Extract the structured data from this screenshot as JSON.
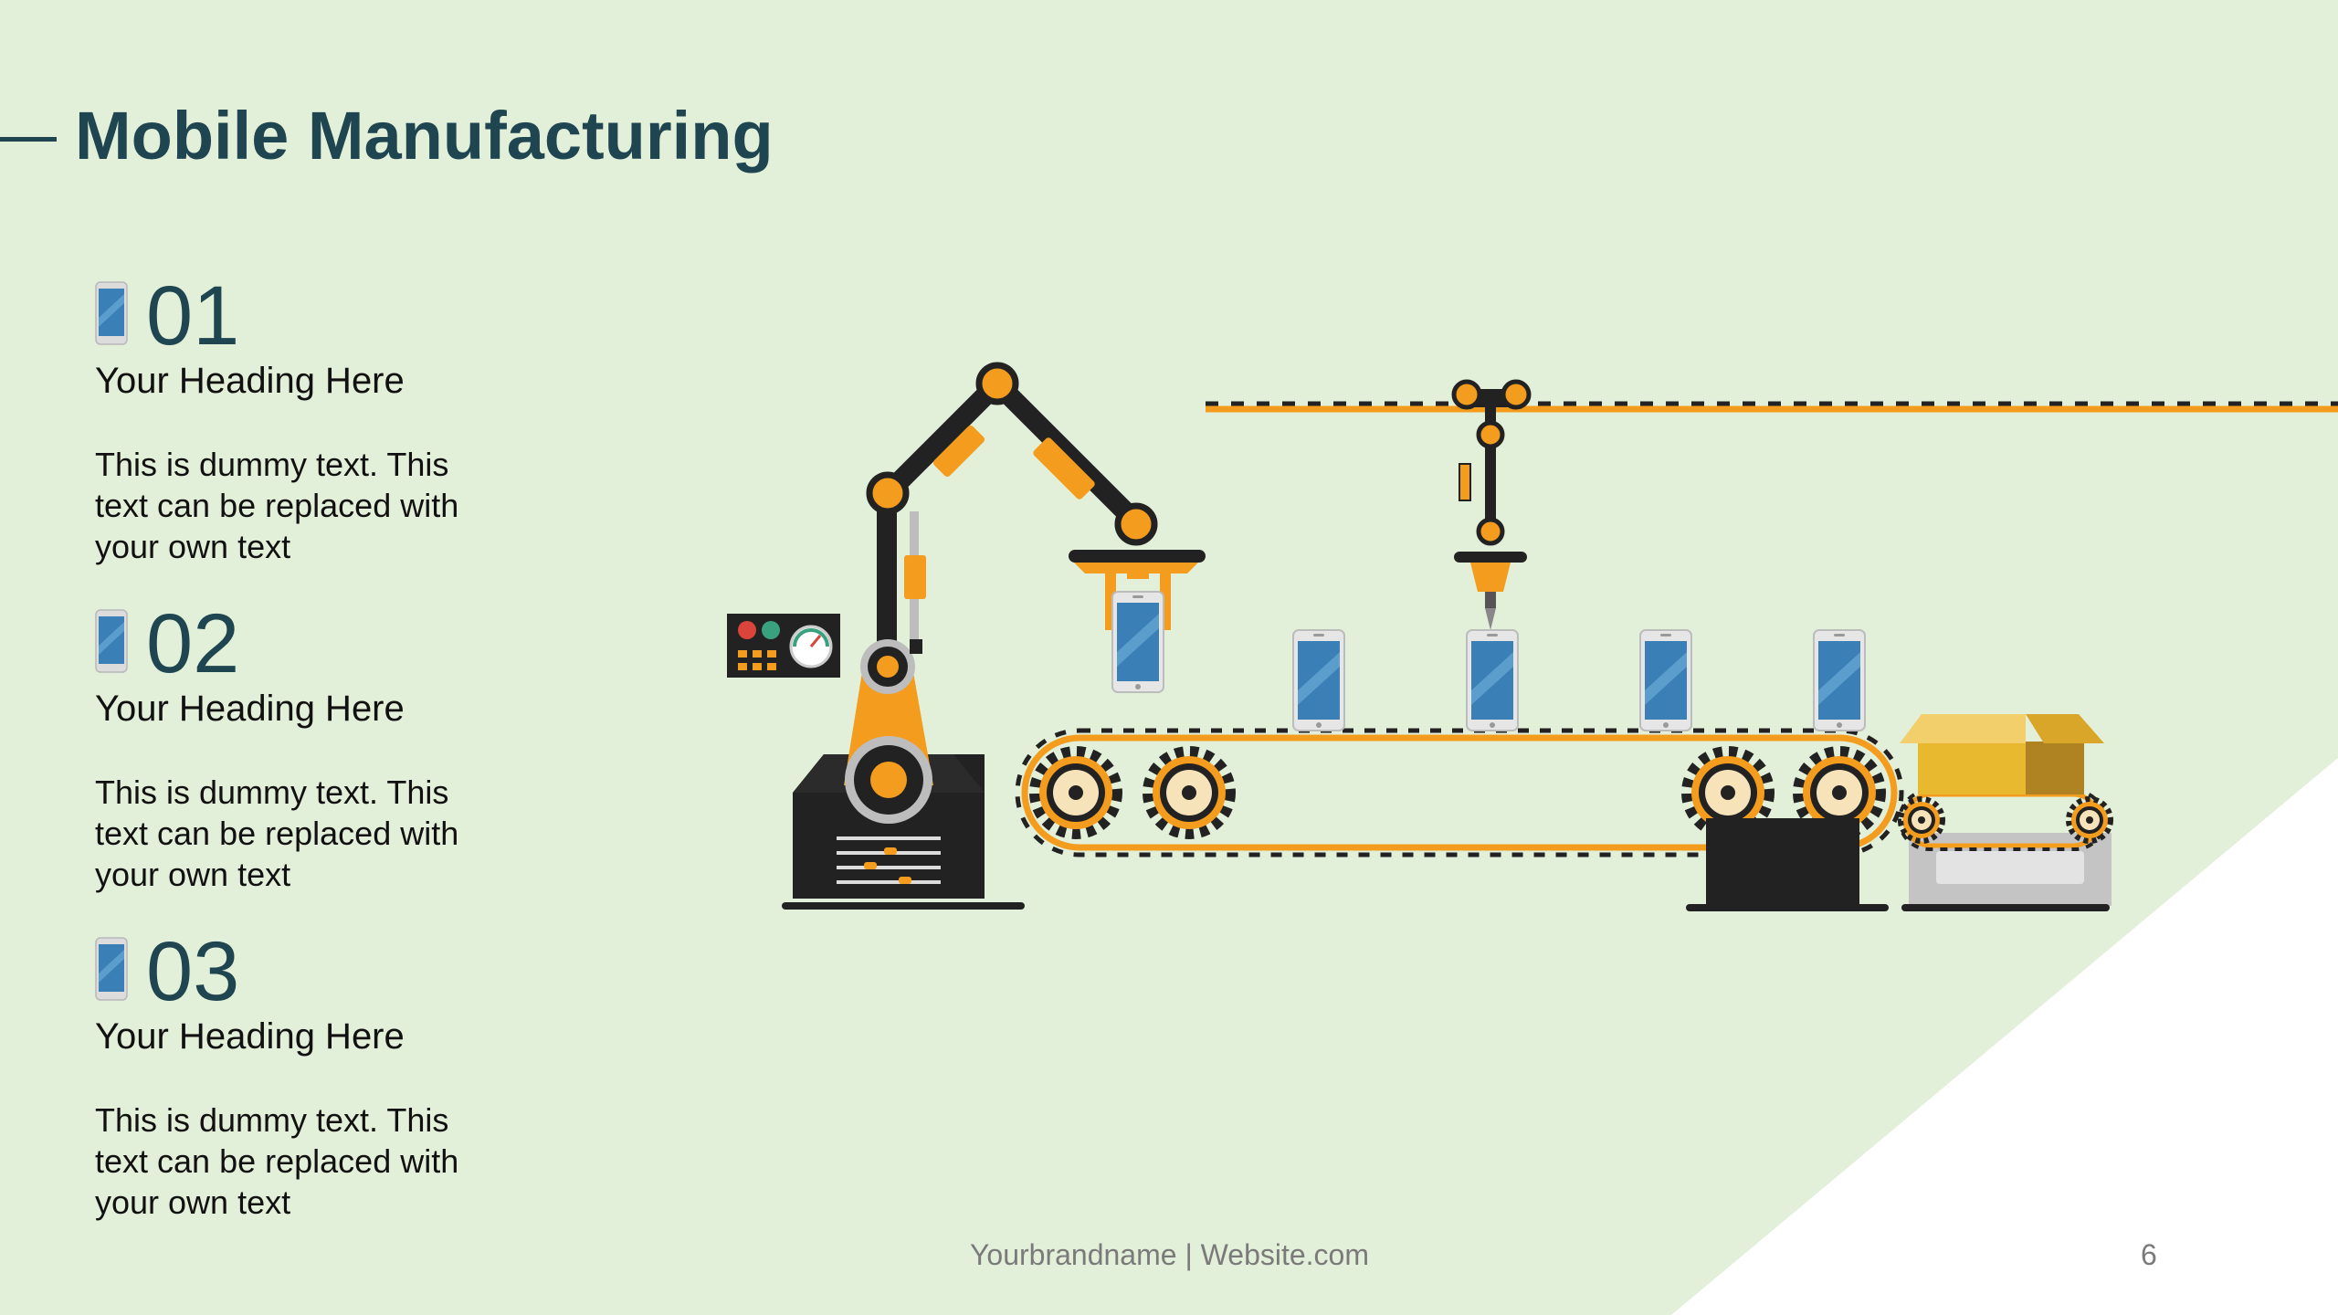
{
  "slide": {
    "title": "Mobile Manufacturing",
    "items": [
      {
        "number": "01",
        "heading": "Your Heading Here",
        "body": "This is dummy text. This text can be replaced with your own text"
      },
      {
        "number": "02",
        "heading": "Your Heading Here",
        "body": "This is dummy text. This text can be replaced with your own text"
      },
      {
        "number": "03",
        "heading": "Your Heading Here",
        "body": "This is dummy text. This text can be replaced with your own text"
      }
    ],
    "footer": "Yourbrandname | Website.com",
    "page_number": "6"
  },
  "colors": {
    "background": "#e3f0d9",
    "title": "#1f4551",
    "accent_orange": "#f39c1e",
    "machine_black": "#222222",
    "phone_blue": "#3a7fb5",
    "box_yellow": "#e8b92e"
  },
  "icons": [
    "smartphone-icon",
    "robot-arm",
    "conveyor-belt",
    "gear",
    "control-panel",
    "cardboard-box"
  ]
}
